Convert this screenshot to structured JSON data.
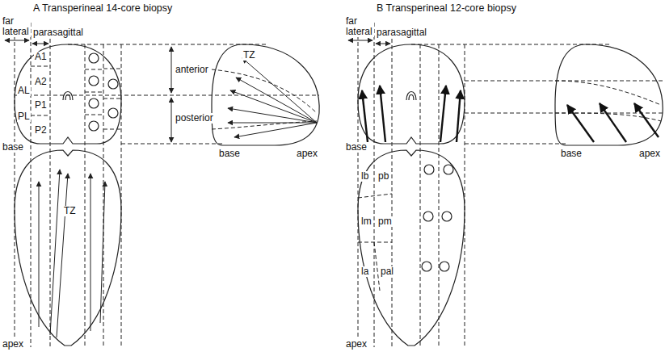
{
  "diagram": {
    "labels": [
      "A Transperineal 14-core biopsy",
      "far lateral",
      "parasagittal",
      "A1",
      "A2",
      "AL",
      "P1",
      "PL",
      "P2",
      "anterior",
      "TZ",
      "posterior",
      "base",
      "base",
      "apex",
      "TZ",
      "apex",
      "B Transperineal 12-core biopsy",
      "far lateral",
      "parasagittal",
      "base",
      "base",
      "apex",
      "lb",
      "pb",
      "lm",
      "pm",
      "la",
      "pal",
      "apex"
    ]
  }
}
